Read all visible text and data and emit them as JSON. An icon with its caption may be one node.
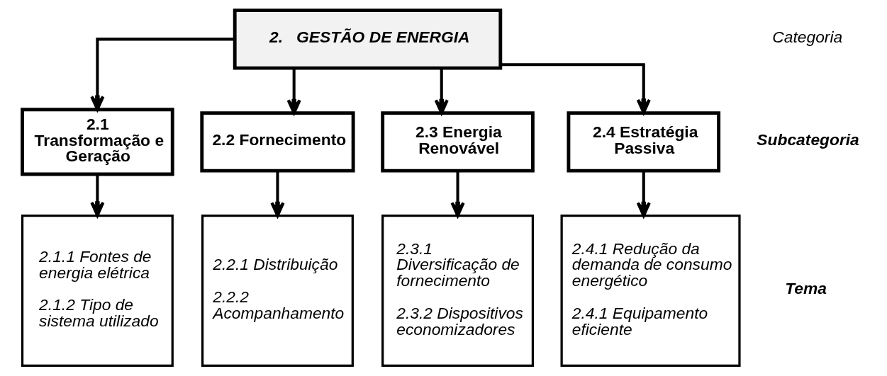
{
  "diagram": {
    "nodes": [
      {
        "text": [
          "2.   GESTÃO DE ENERGIA"
        ]
      },
      {
        "text": [
          "2.1 Transformação e Geração"
        ]
      },
      {
        "text": [
          "2.2 Fornecimento"
        ]
      },
      {
        "text": [
          "2.3 Energia Renovável"
        ]
      },
      {
        "text": [
          "2.4 Estratégia Passiva"
        ]
      },
      {
        "text": [
          "2.1.1 Fontes de energia elétrica",
          "2.1.2 Tipo de sistema utilizado"
        ]
      },
      {
        "text": [
          "2.2.1 Distribuição",
          "2.2.2 Acompanhamento"
        ]
      },
      {
        "text": [
          "2.3.1 Diversificação de fornecimento",
          "2.3.2 Dispositivos economizadores"
        ]
      },
      {
        "text": [
          "2.4.1 Redução da demanda de consumo energético",
          "2.4.1 Equipamento eficiente"
        ]
      }
    ],
    "edges": [
      {
        "from": 0,
        "to": 1,
        "arrow": "to"
      },
      {
        "from": 0,
        "to": 2,
        "arrow": "to"
      },
      {
        "from": 0,
        "to": 3,
        "arrow": "to"
      },
      {
        "from": 0,
        "to": 4,
        "arrow": "to"
      },
      {
        "from": 1,
        "to": 5,
        "arrow": "to"
      },
      {
        "from": 2,
        "to": 6,
        "arrow": "to"
      },
      {
        "from": 3,
        "to": 7,
        "arrow": "to"
      },
      {
        "from": 4,
        "to": 8,
        "arrow": "to"
      }
    ],
    "labels": [
      "Categoria",
      "Subcategoria",
      "Tema"
    ]
  }
}
